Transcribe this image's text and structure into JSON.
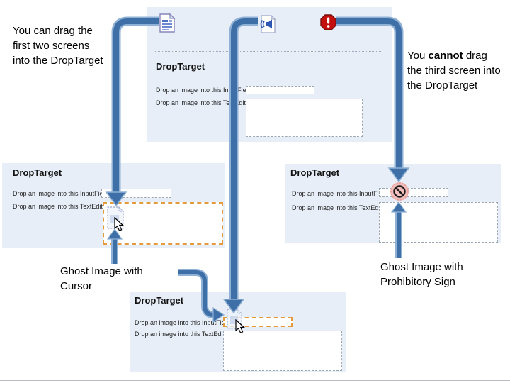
{
  "annotations": {
    "left_note": "You can drag the first two screens into the DropTarget",
    "right_note_pre": "You ",
    "right_note_bold": "cannot",
    "right_note_rest": " drag the third screen into the DropTarget",
    "ghost_cursor_label": "Ghost Image with Cursor",
    "ghost_prohibit_label": "Ghost Image with Prohibitory Sign"
  },
  "panels": {
    "top": {
      "title": "DropTarget",
      "input_label": "Drop an image into this InputField:",
      "textedit_label": "Drop an image into this TextEdit:",
      "input_value": "",
      "textedit_value": ""
    },
    "left": {
      "title": "DropTarget",
      "input_label": "Drop an image into this InputField:",
      "textedit_label": "Drop an image into this TextEdit:",
      "input_value": "",
      "textedit_value": ""
    },
    "right": {
      "title": "DropTarget",
      "input_label": "Drop an image into this InputField:",
      "textedit_label": "Drop an image into this TextEdit:",
      "input_value": "",
      "textedit_value": ""
    },
    "bottom": {
      "title": "DropTarget",
      "input_label": "Drop an image into this InputField:",
      "textedit_label": "Drop an image into this TextEdit:",
      "input_value": "",
      "textedit_value": ""
    }
  },
  "icons": {
    "document": "document-file-icon",
    "audio": "audio-file-icon",
    "stop": "stop-warning-icon",
    "prohibition": "prohibitory-sign-icon",
    "ghost": "ghost-image-icon",
    "cursor": "mouse-cursor-icon"
  },
  "colors": {
    "arrow_core": "#3e6fa7",
    "arrow_halo": "#8fb1d5",
    "panel_bg": "#e7eef7",
    "highlight_border": "#e39b3d",
    "stop_red": "#c40f0f"
  }
}
